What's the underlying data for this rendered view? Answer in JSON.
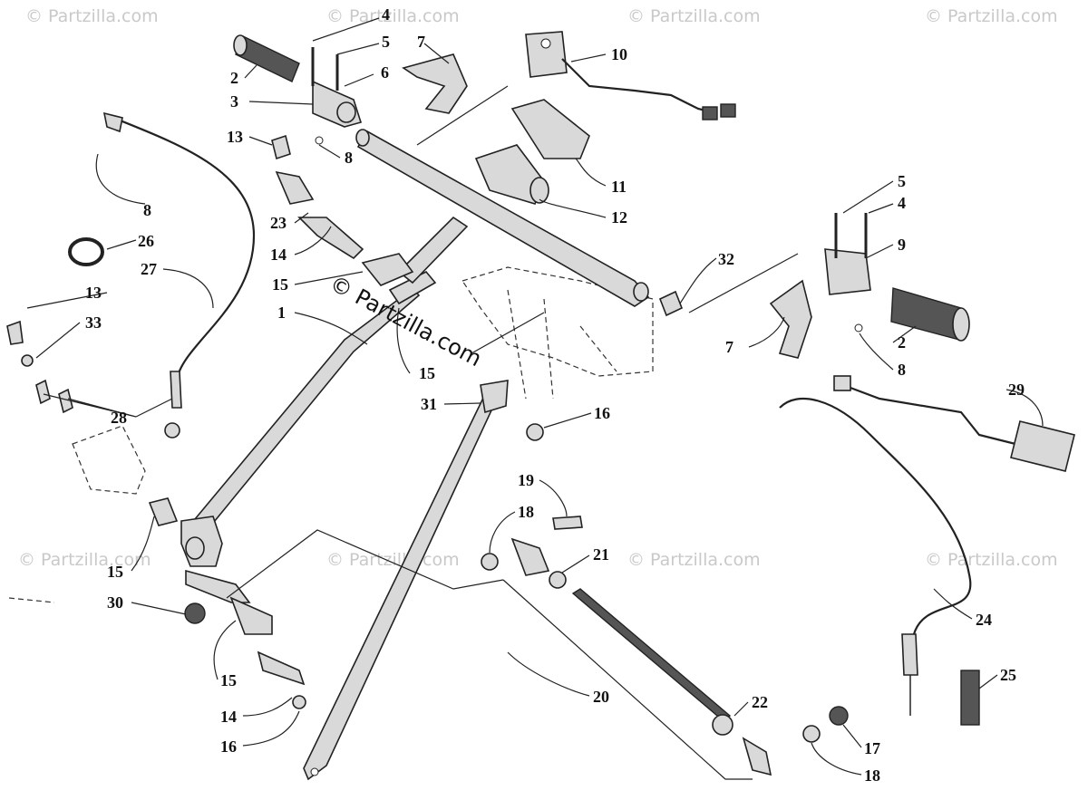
{
  "watermark": {
    "text": "© Partzilla.com",
    "center_text": "© Partzilla.com"
  },
  "callouts": [
    {
      "id": "c4a",
      "label": "4"
    },
    {
      "id": "c5a",
      "label": "5"
    },
    {
      "id": "c7a",
      "label": "7"
    },
    {
      "id": "c2a",
      "label": "2"
    },
    {
      "id": "c6",
      "label": "6"
    },
    {
      "id": "c3",
      "label": "3"
    },
    {
      "id": "c10",
      "label": "10"
    },
    {
      "id": "c13a",
      "label": "13"
    },
    {
      "id": "c8a",
      "label": "8"
    },
    {
      "id": "c8b",
      "label": "8"
    },
    {
      "id": "c26",
      "label": "26"
    },
    {
      "id": "c27",
      "label": "27"
    },
    {
      "id": "c23",
      "label": "23"
    },
    {
      "id": "c14a",
      "label": "14"
    },
    {
      "id": "c11",
      "label": "11"
    },
    {
      "id": "c12",
      "label": "12"
    },
    {
      "id": "c5b",
      "label": "5"
    },
    {
      "id": "c4b",
      "label": "4"
    },
    {
      "id": "c9",
      "label": "9"
    },
    {
      "id": "c32",
      "label": "32"
    },
    {
      "id": "c15a",
      "label": "15"
    },
    {
      "id": "c13b",
      "label": "13"
    },
    {
      "id": "c33",
      "label": "33"
    },
    {
      "id": "c1",
      "label": "1"
    },
    {
      "id": "c7b",
      "label": "7"
    },
    {
      "id": "c2b",
      "label": "2"
    },
    {
      "id": "c8c",
      "label": "8"
    },
    {
      "id": "c15b",
      "label": "15"
    },
    {
      "id": "c28",
      "label": "28"
    },
    {
      "id": "c31",
      "label": "31"
    },
    {
      "id": "c16a",
      "label": "16"
    },
    {
      "id": "c29",
      "label": "29"
    },
    {
      "id": "c19",
      "label": "19"
    },
    {
      "id": "c18a",
      "label": "18"
    },
    {
      "id": "c15c",
      "label": "15"
    },
    {
      "id": "c21",
      "label": "21"
    },
    {
      "id": "c30",
      "label": "30"
    },
    {
      "id": "c24",
      "label": "24"
    },
    {
      "id": "c25",
      "label": "25"
    },
    {
      "id": "c15d",
      "label": "15"
    },
    {
      "id": "c20",
      "label": "20"
    },
    {
      "id": "c22",
      "label": "22"
    },
    {
      "id": "c14b",
      "label": "14"
    },
    {
      "id": "c16b",
      "label": "16"
    },
    {
      "id": "c17",
      "label": "17"
    },
    {
      "id": "c18b",
      "label": "18"
    }
  ]
}
